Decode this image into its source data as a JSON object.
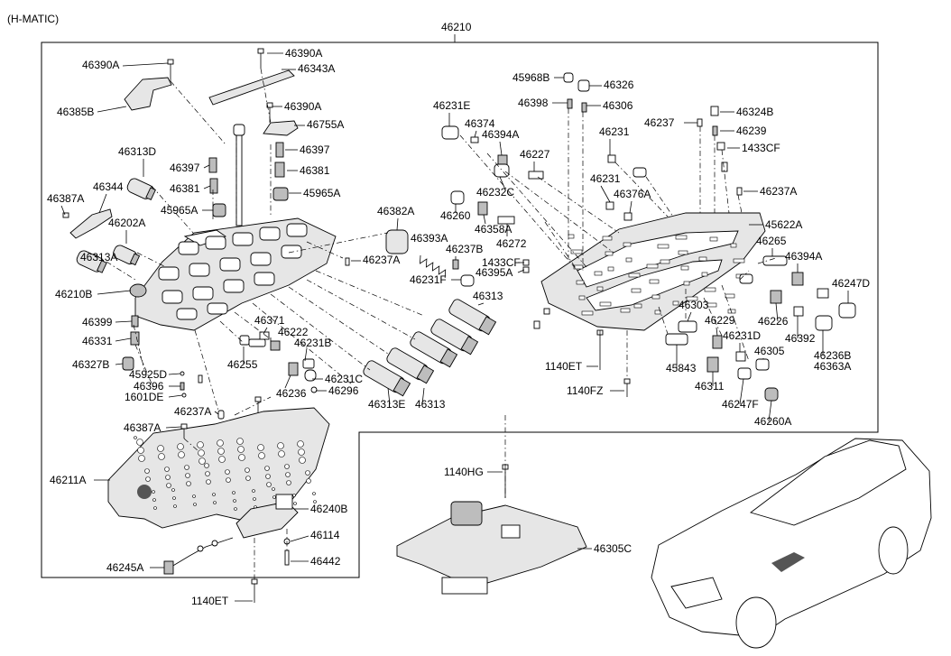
{
  "header": {
    "variant": "(H-MATIC)",
    "assembly_number": "46210"
  },
  "labels": {
    "l46390A_a": "46390A",
    "l46390A_b": "46390A",
    "l46390A_c": "46390A",
    "l46343A": "46343A",
    "l46385B": "46385B",
    "l46755A": "46755A",
    "l46397_a": "46397",
    "l46397_b": "46397",
    "l46381_a": "46381",
    "l46381_b": "46381",
    "l45965A_a": "45965A",
    "l45965A_b": "45965A",
    "l46313D": "46313D",
    "l46387A_a": "46387A",
    "l46387A_b": "46387A",
    "l46344": "46344",
    "l46202A": "46202A",
    "l46313A": "46313A",
    "l46210B": "46210B",
    "l46399": "46399",
    "l46331": "46331",
    "l46327B": "46327B",
    "l45925D": "45925D",
    "l46396": "46396",
    "l1601DE": "1601DE",
    "l46237A_a": "46237A",
    "l46237A_b": "46237A",
    "l46237A_c": "46237A",
    "l46382A": "46382A",
    "l46393A": "46393A",
    "l46237B": "46237B",
    "l46231F": "46231F",
    "l46313_a": "46313",
    "l46313_b": "46313",
    "l46313E": "46313E",
    "l46371": "46371",
    "l46222": "46222",
    "l46231B": "46231B",
    "l46255": "46255",
    "l46231C": "46231C",
    "l46236": "46236",
    "l46296": "46296",
    "l46211A": "46211A",
    "l46240B": "46240B",
    "l46114": "46114",
    "l46442": "46442",
    "l46245A": "46245A",
    "l1140ET_a": "1140ET",
    "l1140ET_b": "1140ET",
    "l45968B": "45968B",
    "l46326": "46326",
    "l46398": "46398",
    "l46306": "46306",
    "l46231E": "46231E",
    "l46374": "46374",
    "l46394A_a": "46394A",
    "l46394A_b": "46394A",
    "l46227": "46227",
    "l46231_a": "46231",
    "l46231_b": "46231",
    "l46237": "46237",
    "l46324B": "46324B",
    "l46239": "46239",
    "l1433CF_a": "1433CF",
    "l1433CF_b": "1433CF",
    "l46232C": "46232C",
    "l46376A": "46376A",
    "l46260": "46260",
    "l46358A": "46358A",
    "l46272": "46272",
    "l45622A": "45622A",
    "l46265": "46265",
    "l46395A": "46395A",
    "l46247D": "46247D",
    "l46303": "46303",
    "l46229": "46229",
    "l46226": "46226",
    "l46392": "46392",
    "l46231D": "46231D",
    "l46236B": "46236B",
    "l46363A": "46363A",
    "l46305": "46305",
    "l45843": "45843",
    "l46311": "46311",
    "l46247F": "46247F",
    "l46260A": "46260A",
    "l1140FZ": "1140FZ",
    "l1140HG": "1140HG",
    "l46305C": "46305C"
  },
  "icons": {
    "valve_body_upper": "valve-body-upper-icon",
    "valve_body_lower": "valve-body-lower-icon",
    "separator_plate": "separator-plate-icon",
    "solenoid": "solenoid-icon",
    "spring": "spring-icon",
    "bolt": "bolt-icon",
    "tcm_bracket": "tcm-bracket-icon",
    "car": "car-icon"
  }
}
